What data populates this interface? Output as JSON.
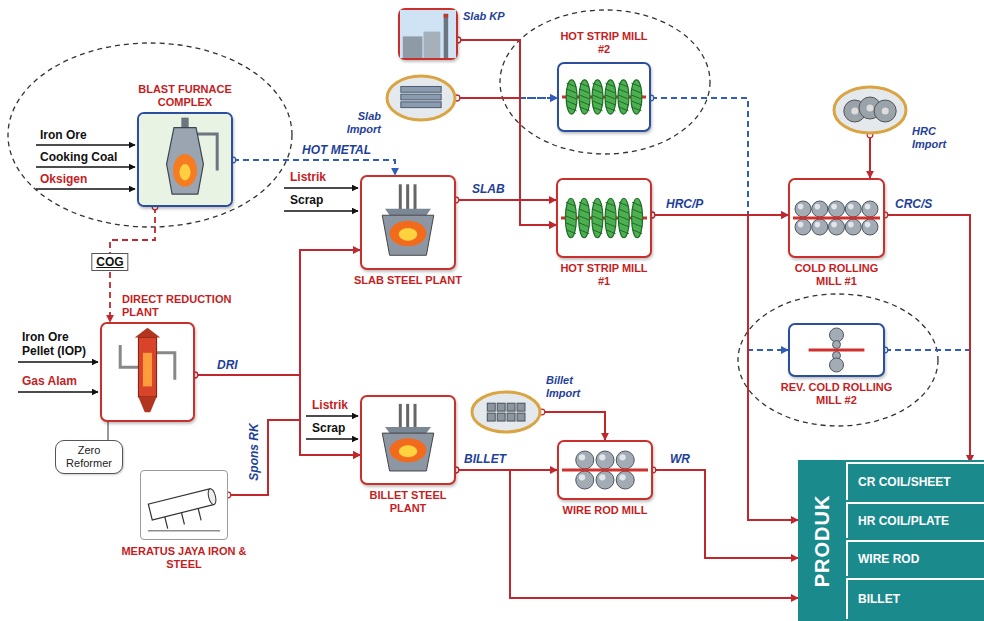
{
  "diagram": {
    "nodes": [
      {
        "text": [
          "BLAST FURNACE COMPLEX"
        ]
      },
      {
        "text": [
          "DIRECT REDUCTION PLANT"
        ]
      },
      {
        "text": [
          "Zero Reformer"
        ]
      },
      {
        "text": [
          "MERATUS JAYA IRON & STEEL"
        ]
      },
      {
        "text": [
          "Slab KP"
        ]
      },
      {
        "text": [
          "Slab Import"
        ]
      },
      {
        "text": [
          "HOT STRIP MILL #2"
        ]
      },
      {
        "text": [
          "SLAB STEEL PLANT"
        ]
      },
      {
        "text": [
          "HOT STRIP MILL #1"
        ]
      },
      {
        "text": [
          "HRC Import"
        ]
      },
      {
        "text": [
          "COLD ROLLING MILL #1"
        ]
      },
      {
        "text": [
          "REV. COLD ROLLING MILL #2"
        ]
      },
      {
        "text": [
          "BILLET STEEL PLANT"
        ]
      },
      {
        "text": [
          "Billet Import"
        ]
      },
      {
        "text": [
          "WIRE ROD MILL"
        ]
      },
      {
        "text": [
          "PRODUK"
        ]
      },
      {
        "text": [
          "CR COIL/SHEET"
        ],
        "in": 15
      },
      {
        "text": [
          "HR COIL/PLATE"
        ],
        "in": 15
      },
      {
        "text": [
          "WIRE ROD"
        ],
        "in": 15
      },
      {
        "text": [
          "BILLET"
        ],
        "in": 15
      }
    ],
    "edges": [
      {
        "from": 0,
        "to": 7,
        "label": "HOT METAL",
        "arrow": "to"
      },
      {
        "from": 0,
        "to": 1,
        "label": "COG",
        "arrow": "to"
      },
      {
        "from": 1,
        "to": 2,
        "arrow": "none"
      },
      {
        "from": 1,
        "to": 7,
        "label": "DRI",
        "arrow": "to"
      },
      {
        "from": 1,
        "to": 12,
        "arrow": "to"
      },
      {
        "from": 3,
        "to": 12,
        "label": "Spons RK",
        "arrow": "to"
      },
      {
        "from": 7,
        "to": 8,
        "label": "SLAB",
        "arrow": "to"
      },
      {
        "from": 4,
        "to": 6,
        "arrow": "to"
      },
      {
        "from": 4,
        "to": 8,
        "arrow": "to"
      },
      {
        "from": 5,
        "to": 6,
        "arrow": "to"
      },
      {
        "from": 5,
        "to": 8,
        "arrow": "to"
      },
      {
        "from": 8,
        "to": 10,
        "label": "HRC/P",
        "arrow": "to"
      },
      {
        "from": 8,
        "to": 11,
        "arrow": "to"
      },
      {
        "from": 8,
        "to": 15,
        "arrow": "to"
      },
      {
        "from": 6,
        "to": 10,
        "arrow": "to"
      },
      {
        "from": 9,
        "to": 10,
        "arrow": "to"
      },
      {
        "from": 10,
        "to": 16,
        "label": "CRC/S",
        "arrow": "to"
      },
      {
        "from": 11,
        "to": 16,
        "arrow": "to"
      },
      {
        "from": 12,
        "to": 14,
        "label": "BILLET",
        "arrow": "to"
      },
      {
        "from": 12,
        "to": 15,
        "arrow": "to"
      },
      {
        "from": 13,
        "to": 14,
        "arrow": "to"
      },
      {
        "from": 14,
        "to": 15,
        "label": "WR",
        "arrow": "to"
      }
    ],
    "labels": [
      "Iron Ore",
      "Cooking Coal",
      "Oksigen",
      "Iron Ore Pellet (IOP)",
      "Gas Alam",
      "Listrik",
      "Scrap",
      "Listrik",
      "Scrap"
    ]
  }
}
